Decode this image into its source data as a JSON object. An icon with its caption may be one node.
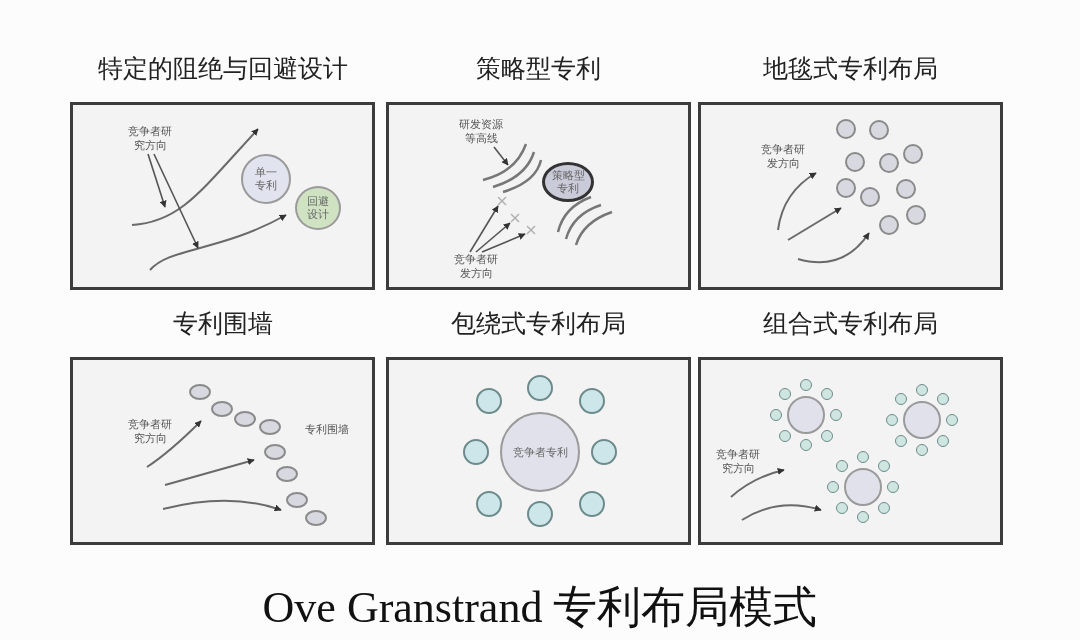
{
  "diagram": {
    "title": "Ove Granstrand 专利布局模式",
    "nodes": [
      {
        "text": [
          "特定的阻绝与回避设计"
        ]
      },
      {
        "text": [
          "竞争者研究方向"
        ],
        "in": 0
      },
      {
        "text": [
          "单一专利"
        ],
        "in": 0
      },
      {
        "text": [
          "回避设计"
        ],
        "in": 0
      },
      {
        "text": [
          "策略型专利"
        ]
      },
      {
        "text": [
          "研发资源等高线"
        ],
        "in": 4
      },
      {
        "text": [
          "策略型专利"
        ],
        "in": 4
      },
      {
        "text": [
          "竞争者研发方向"
        ],
        "in": 4
      },
      {
        "text": [
          "地毯式专利布局",
          "竞争者研发方向"
        ]
      },
      {
        "text": [],
        "shape": "circle",
        "in": 8
      },
      {
        "text": [],
        "shape": "circle",
        "in": 8
      },
      {
        "text": [],
        "shape": "circle",
        "in": 8
      },
      {
        "text": [],
        "shape": "circle",
        "in": 8
      },
      {
        "text": [],
        "shape": "circle",
        "in": 8
      },
      {
        "text": [],
        "shape": "circle",
        "in": 8
      },
      {
        "text": [],
        "shape": "circle",
        "in": 8
      },
      {
        "text": [],
        "shape": "circle",
        "in": 8
      },
      {
        "text": [],
        "shape": "circle",
        "in": 8
      },
      {
        "text": [],
        "shape": "circle",
        "in": 8
      },
      {
        "text": [
          "专利围墙",
          "竞争者研究方向",
          "专利围墙"
        ]
      },
      {
        "text": [],
        "shape": "circle",
        "in": 19
      },
      {
        "text": [],
        "shape": "circle",
        "in": 19
      },
      {
        "text": [],
        "shape": "circle",
        "in": 19
      },
      {
        "text": [],
        "shape": "circle",
        "in": 19
      },
      {
        "text": [],
        "shape": "circle",
        "in": 19
      },
      {
        "text": [],
        "shape": "circle",
        "in": 19
      },
      {
        "text": [],
        "shape": "circle",
        "in": 19
      },
      {
        "text": [],
        "shape": "circle",
        "in": 19
      },
      {
        "text": [
          "包绕式专利布局"
        ]
      },
      {
        "text": [
          "竞争者专利"
        ],
        "in": 28
      },
      {
        "text": [],
        "shape": "circle",
        "in": 28
      },
      {
        "text": [],
        "shape": "circle",
        "in": 28
      },
      {
        "text": [],
        "shape": "circle",
        "in": 28
      },
      {
        "text": [],
        "shape": "circle",
        "in": 28
      },
      {
        "text": [],
        "shape": "circle",
        "in": 28
      },
      {
        "text": [],
        "shape": "circle",
        "in": 28
      },
      {
        "text": [],
        "shape": "circle",
        "in": 28
      },
      {
        "text": [],
        "shape": "circle",
        "in": 28
      },
      {
        "text": [
          "组合式专利布局",
          "竞争者研究方向"
        ]
      },
      {
        "text": [],
        "shape": "circle",
        "in": 38
      },
      {
        "text": [],
        "shape": "circle",
        "in": 38
      },
      {
        "text": [],
        "shape": "circle",
        "in": 38
      },
      {
        "text": [],
        "shape": "circle",
        "in": 38
      },
      {
        "text": [],
        "shape": "circle",
        "in": 38
      },
      {
        "text": [],
        "shape": "circle",
        "in": 38
      },
      {
        "text": [],
        "shape": "circle",
        "in": 38
      },
      {
        "text": [],
        "shape": "circle",
        "in": 38
      },
      {
        "text": [],
        "shape": "circle",
        "in": 38
      },
      {
        "text": [],
        "shape": "circle",
        "in": 38
      },
      {
        "text": [],
        "shape": "circle",
        "in": 38
      },
      {
        "text": [],
        "shape": "circle",
        "in": 38
      },
      {
        "text": [],
        "shape": "circle",
        "in": 38
      },
      {
        "text": [],
        "shape": "circle",
        "in": 38
      },
      {
        "text": [],
        "shape": "circle",
        "in": 38
      },
      {
        "text": [],
        "shape": "circle",
        "in": 38
      },
      {
        "text": [],
        "shape": "circle",
        "in": 38
      },
      {
        "text": [],
        "shape": "circle",
        "in": 38
      },
      {
        "text": [],
        "shape": "circle",
        "in": 38
      },
      {
        "text": [],
        "shape": "circle",
        "in": 38
      },
      {
        "text": [],
        "shape": "circle",
        "in": 38
      },
      {
        "text": [],
        "shape": "circle",
        "in": 38
      },
      {
        "text": [],
        "shape": "circle",
        "in": 38
      },
      {
        "text": [],
        "shape": "circle",
        "in": 38
      },
      {
        "text": [],
        "shape": "circle",
        "in": 38
      },
      {
        "text": [],
        "shape": "circle",
        "in": 38
      },
      {
        "text": [],
        "shape": "circle",
        "in": 38
      }
    ],
    "edges": [
      {
        "from": 1,
        "to": null,
        "arrow": "to"
      },
      {
        "from": 1,
        "to": null,
        "arrow": "to"
      },
      {
        "from": 5,
        "to": null,
        "arrow": "to"
      },
      {
        "from": 7,
        "to": null,
        "arrow": "to"
      },
      {
        "from": 7,
        "to": null,
        "arrow": "to"
      },
      {
        "from": 7,
        "to": null,
        "arrow": "to"
      }
    ]
  }
}
